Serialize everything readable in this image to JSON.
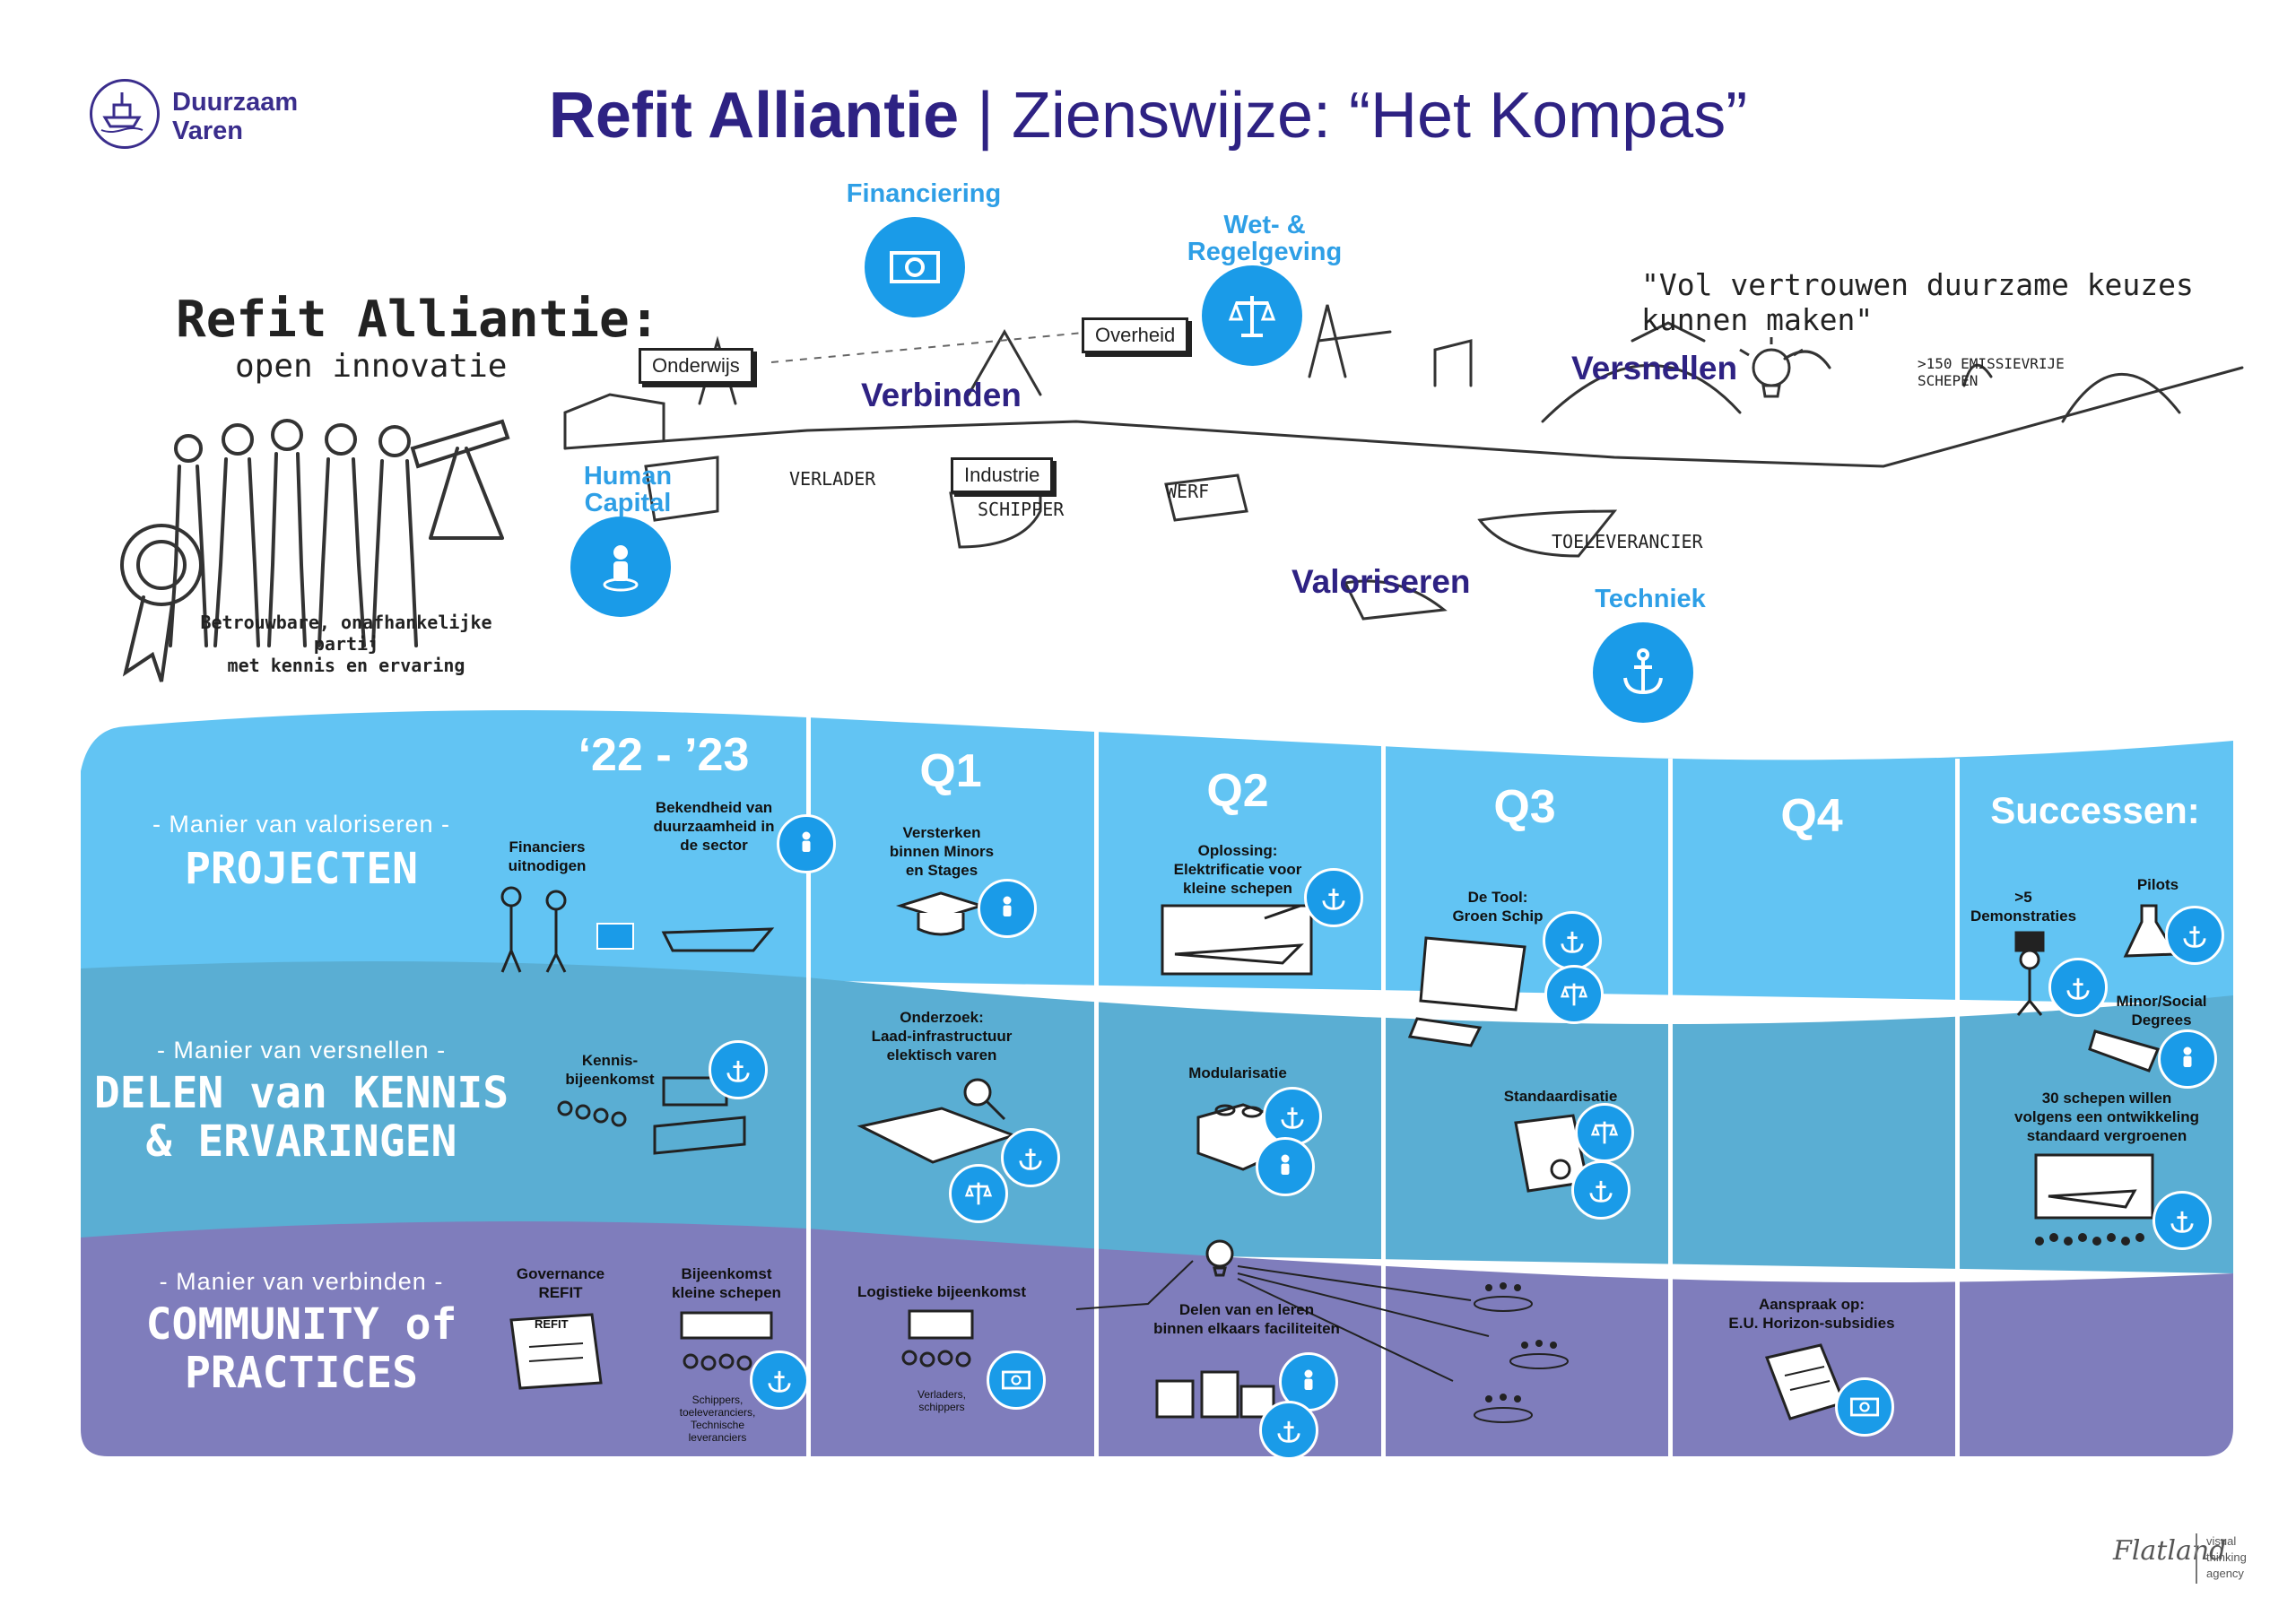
{
  "logo": {
    "line1": "Duurzaam",
    "line2": "Varen"
  },
  "title": {
    "bold": "Refit Alliantie",
    "sep": " | ",
    "rest": "Zienswijze: “Het Kompas”"
  },
  "left": {
    "heading": "Refit Alliantie:",
    "subheading": "open innovatie",
    "caption1": "Betrouwbare, onafhankelijke partij",
    "caption2": "met kennis en ervaring"
  },
  "quote": "\"Vol vertrouwen duurzame keuzes kunnen maken\"",
  "landscape": {
    "boxes": {
      "onderwijs": "Onderwijs",
      "overheid": "Overheid",
      "industrie": "Industrie"
    },
    "handwritten": {
      "verlader": "VERLADER",
      "schipper": "SCHIPPER",
      "werf": "WERF",
      "toeleverancier": "TOELEVERANCIER",
      "emission": ">150 EMISSIEVRIJE SCHEPEN"
    },
    "pillars": {
      "verbinden": "Verbinden",
      "versnellen": "Versnellen",
      "valoriseren": "Valoriseren"
    },
    "indicators": {
      "financiering": "Financiering",
      "wet_line1": "Wet- &",
      "wet_line2": "Regelgeving",
      "human_line1": "Human",
      "human_line2": "Capital",
      "techniek": "Techniek"
    }
  },
  "phases": [
    "‘22 - ’23",
    "Q1",
    "Q2",
    "Q3",
    "Q4",
    "Successen:"
  ],
  "rows": [
    {
      "sub": "- Manier van valoriseren -",
      "title1": "PROJECTEN",
      "title2": ""
    },
    {
      "sub": "- Manier van versnellen -",
      "title1": "DELEN van KENNIS",
      "title2": "& ERVARINGEN"
    },
    {
      "sub": "- Manier van verbinden -",
      "title1": "COMMUNITY of",
      "title2": "PRACTICES"
    }
  ],
  "items": {
    "financiers": [
      "Financiers",
      "uitnodigen"
    ],
    "bekendheid": [
      "Bekendheid van",
      "duurzaamheid in",
      "de sector"
    ],
    "versterken": [
      "Versterken",
      "binnen Minors",
      "en Stages"
    ],
    "oplossing": [
      "Oplossing:",
      "Elektrificatie voor",
      "kleine schepen"
    ],
    "tool": [
      "De Tool:",
      "Groen Schip"
    ],
    "demonstraties": [
      ">5",
      "Demonstraties"
    ],
    "pilots": [
      "Pilots"
    ],
    "minor": [
      "Minor/Social",
      "Degrees"
    ],
    "kennis": [
      "Kennis-",
      "bijeenkomst"
    ],
    "onderzoek": [
      "Onderzoek:",
      "Laad-infrastructuur",
      "elektisch varen"
    ],
    "modularisatie": [
      "Modularisatie"
    ],
    "standaardisatie": [
      "Standaardisatie"
    ],
    "dertig": [
      "30 schepen  willen",
      "volgens een ontwikkeling",
      "standaard vergroenen"
    ],
    "governance": [
      "Governance",
      "REFIT"
    ],
    "bijeenkomst": [
      "Bijeenkomst",
      "kleine schepen"
    ],
    "logistiek": [
      "Logistieke bijeenkomst"
    ],
    "delen": [
      "Delen van en leren",
      "binnen elkaars faciliteiten"
    ],
    "aanspraak": [
      "Aanspraak op:",
      "E.U. Horizon-subsidies"
    ]
  },
  "notes": {
    "schippers": [
      "Schippers,",
      "toeleveranciers,",
      "Technische",
      "leveranciers"
    ],
    "verladers": [
      "Verladers,",
      "schippers"
    ],
    "refit_doc": "REFIT"
  },
  "footer": {
    "brand": "Flatland",
    "tag1": "visual",
    "tag2": "thinking",
    "tag3": "agency"
  },
  "colors": {
    "title": "#2e2283",
    "light_blue": "#62c4f3",
    "mid_blue": "#5aaed3",
    "purple": "#7f7dbc",
    "icon_blue": "#1a9be8"
  }
}
